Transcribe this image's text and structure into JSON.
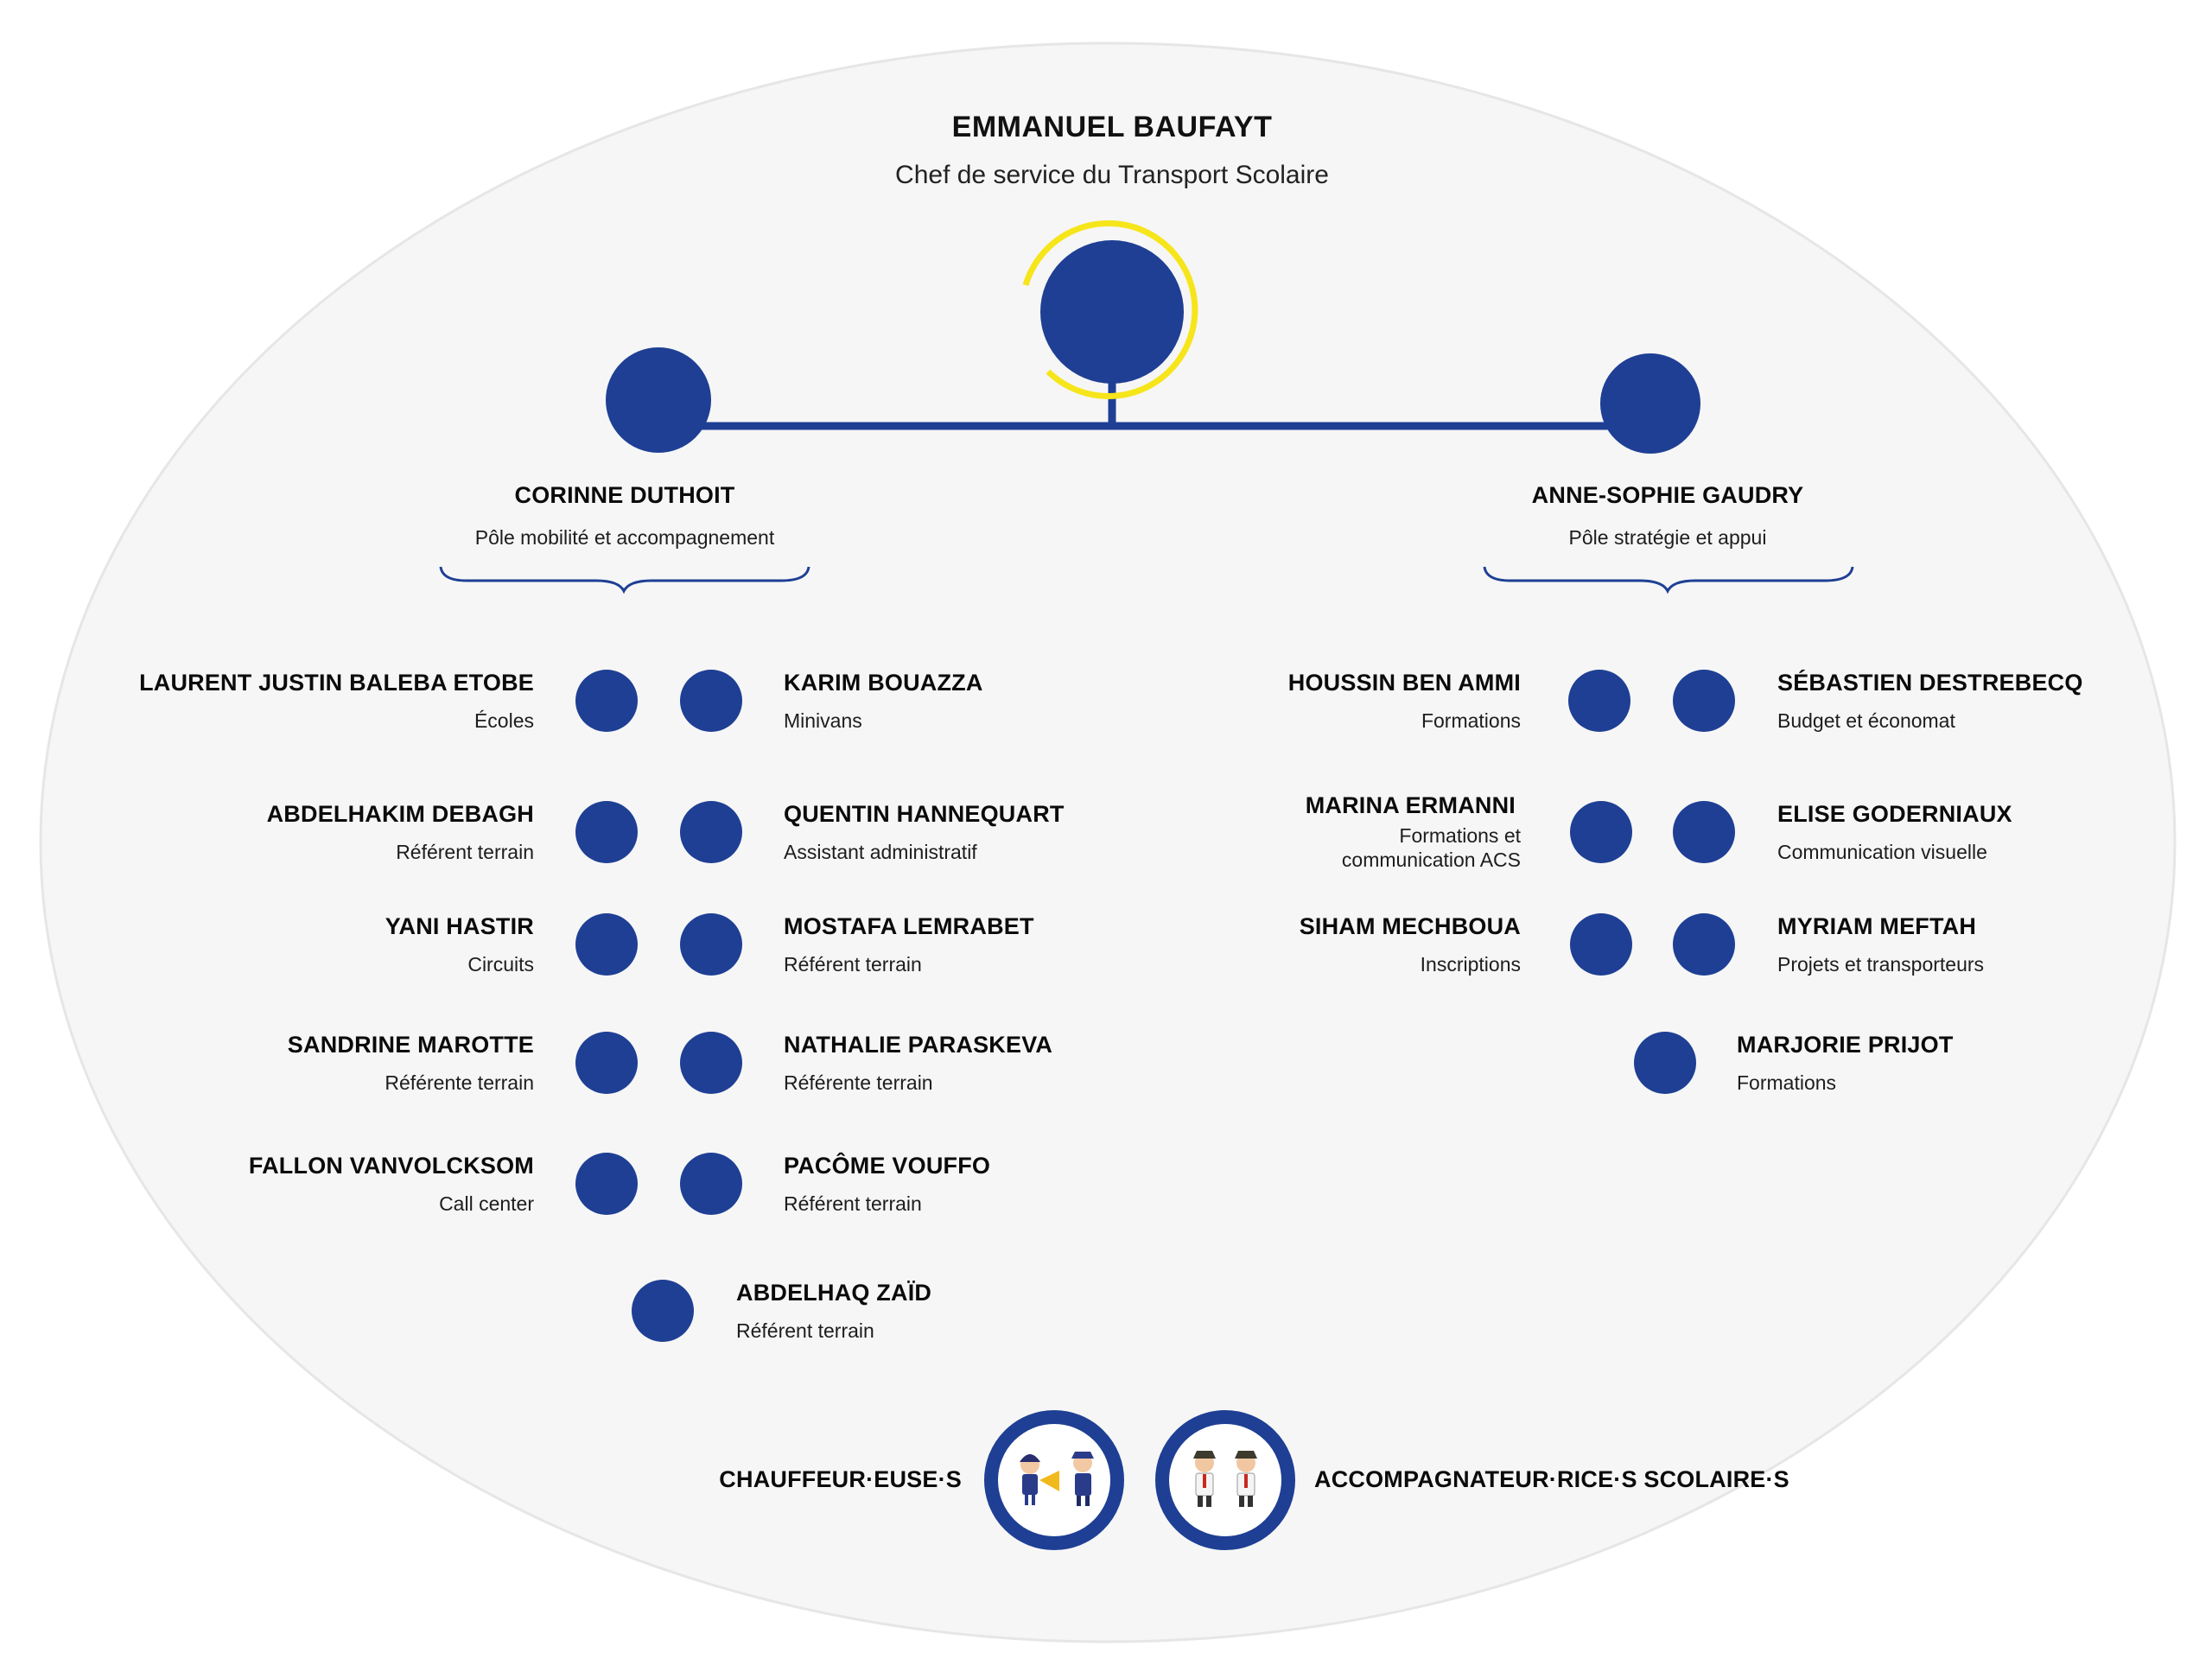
{
  "colors": {
    "node": "#1e3f94",
    "accent": "#f6e51b",
    "bg": "#f6f6f6"
  },
  "director": {
    "name": "EMMANUEL BAUFAYT",
    "role": "Chef de service du Transport Scolaire"
  },
  "poles": [
    {
      "name": "CORINNE DUTHOIT",
      "role": "Pôle mobilité et accompagnement"
    },
    {
      "name": "ANNE-SOPHIE GAUDRY",
      "role": "Pôle stratégie et appui"
    }
  ],
  "left_team": [
    {
      "name": "LAURENT JUSTIN BALEBA ETOBE",
      "role": "Écoles"
    },
    {
      "name": "KARIM BOUAZZA",
      "role": "Minivans"
    },
    {
      "name": "ABDELHAKIM DEBAGH",
      "role": "Référent terrain"
    },
    {
      "name": "QUENTIN HANNEQUART",
      "role": "Assistant administratif"
    },
    {
      "name": "YANI HASTIR",
      "role": "Circuits"
    },
    {
      "name": "MOSTAFA LEMRABET",
      "role": "Référent terrain"
    },
    {
      "name": "SANDRINE MAROTTE",
      "role": "Référente terrain"
    },
    {
      "name": "NATHALIE PARASKEVA",
      "role": "Référente terrain"
    },
    {
      "name": "FALLON VANVOLCKSOM",
      "role": "Call center"
    },
    {
      "name": "PACÔME VOUFFO",
      "role": "Référent terrain"
    },
    {
      "name": "ABDELHAQ ZAÏD",
      "role": "Référent terrain"
    }
  ],
  "right_team": [
    {
      "name": "HOUSSIN BEN AMMI",
      "role": "Formations"
    },
    {
      "name": "SÉBASTIEN DESTREBECQ",
      "role": "Budget et économat"
    },
    {
      "name": "MARINA ERMANNI",
      "role": "Formations et\ncommunication ACS"
    },
    {
      "name": "ELISE GODERNIAUX",
      "role": "Communication visuelle"
    },
    {
      "name": "SIHAM MECHBOUA",
      "role": "Inscriptions"
    },
    {
      "name": "MYRIAM MEFTAH",
      "role": "Projets et transporteurs"
    },
    {
      "name": "MARJORIE PRIJOT",
      "role": "Formations"
    }
  ],
  "groups": [
    {
      "label": "CHAUFFEUR·EUSE·S",
      "icon": "bus-drivers-illustration"
    },
    {
      "label": "ACCOMPAGNATEUR·RICE·S SCOLAIRE·S",
      "icon": "school-escorts-illustration"
    }
  ]
}
